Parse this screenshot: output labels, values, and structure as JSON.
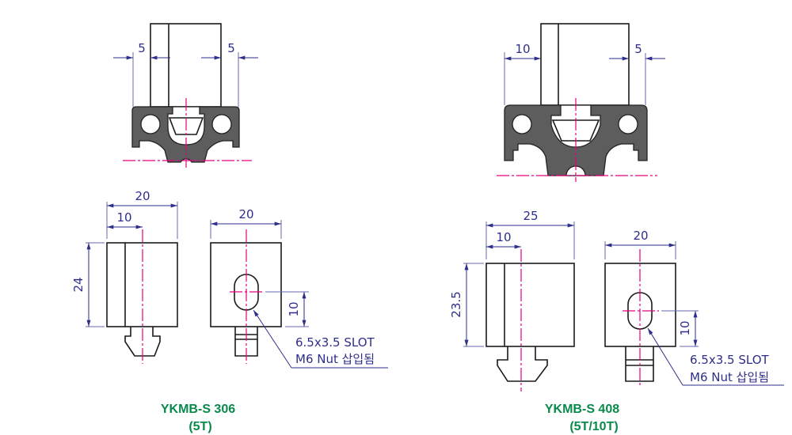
{
  "colors": {
    "dimension": "#2e2e8c",
    "centerline": "#e5007e",
    "title": "#0a8a4a",
    "profile": "#5d5d5d"
  },
  "left": {
    "top_view": {
      "dim_left": "5",
      "dim_right": "5"
    },
    "side_view": {
      "width": "20",
      "offset": "10",
      "height": "24"
    },
    "front_view": {
      "width": "20",
      "slot_height": "10"
    },
    "note_line1": "6.5x3.5 SLOT",
    "note_line2": "M6 Nut 삽입됨",
    "title": "YKMB-S 306",
    "subtitle": "(5T)"
  },
  "right": {
    "top_view": {
      "dim_left": "10",
      "dim_right": "5"
    },
    "side_view": {
      "width": "25",
      "offset": "10",
      "height": "23.5"
    },
    "front_view": {
      "width": "20",
      "slot_height": "10"
    },
    "note_line1": "6.5x3.5 SLOT",
    "note_line2": "M6 Nut 삽입됨",
    "title": "YKMB-S 408",
    "subtitle": "(5T/10T)"
  }
}
